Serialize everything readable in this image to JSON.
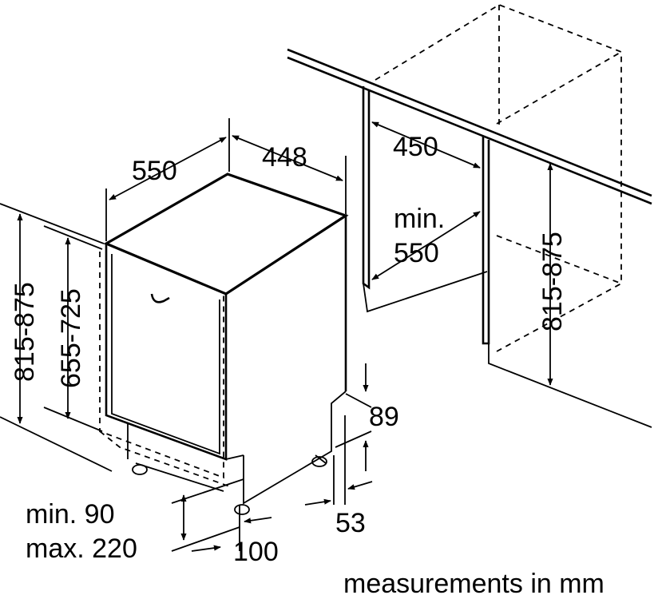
{
  "labels": {
    "depth": "550",
    "width": "448",
    "niche_depth": "450",
    "niche_width_min": "min.",
    "niche_width_value": "550",
    "niche_height": "815-875",
    "total_height": "815-875",
    "door_height": "655-725",
    "toe_height": "89",
    "toe_depth": "53",
    "plinth_min": "min. 90",
    "plinth_max": "max. 220",
    "plinth_offset": "100",
    "footer": "measurements in mm"
  }
}
